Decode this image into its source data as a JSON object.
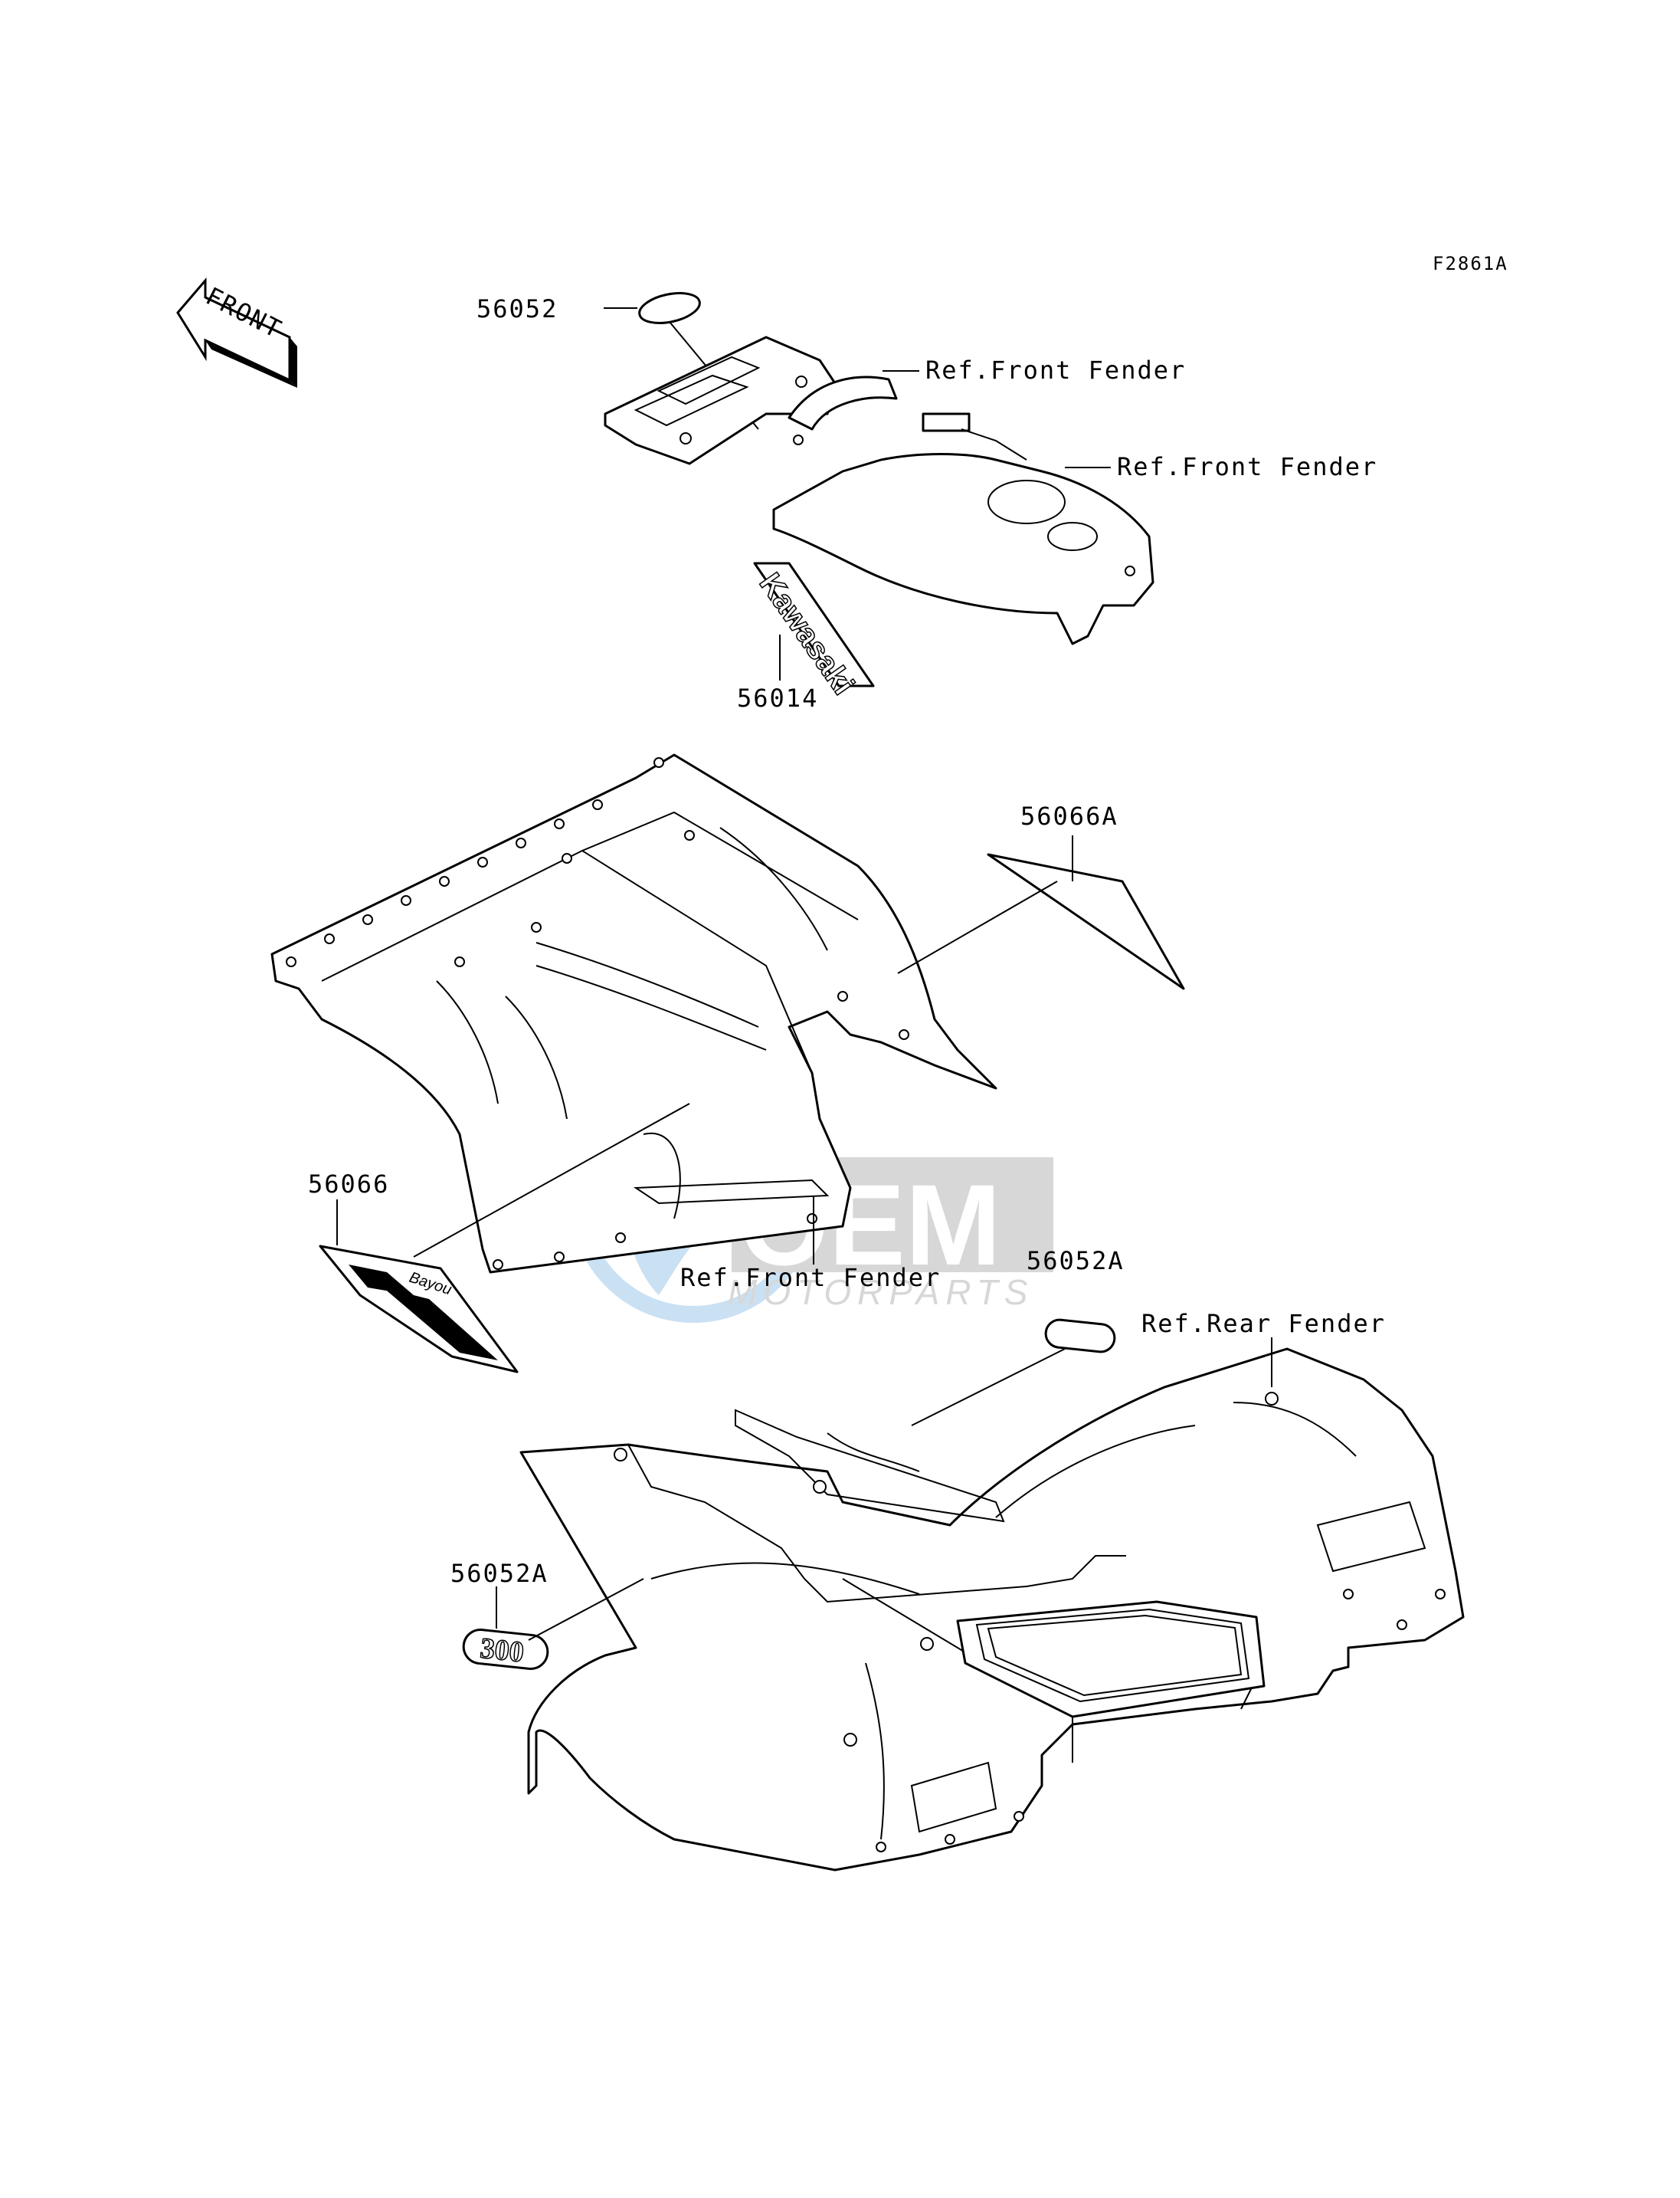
{
  "figure_id": "F2861A",
  "front_arrow": {
    "text": "FRONT",
    "icon": "front-direction-arrow-icon"
  },
  "labels": {
    "p56052": "56052",
    "ref_front_fender_1": "Ref.Front Fender",
    "ref_front_fender_2": "Ref.Front Fender",
    "p56014": "56014",
    "p56066A": "56066A",
    "p56066": "56066",
    "ref_front_fender_3": "Ref.Front Fender",
    "p56052A_upper": "56052A",
    "ref_rear_fender": "Ref.Rear Fender",
    "p56052A_lower": "56052A"
  },
  "decals": {
    "kawasaki": "Kawasaki",
    "bayou": "Bayou",
    "model_300": "300"
  },
  "watermark": {
    "brand": "OEM",
    "sub": "MOTORPARTS",
    "globe_color": "#9fc8ea",
    "text_color": "#b8b8b8"
  }
}
